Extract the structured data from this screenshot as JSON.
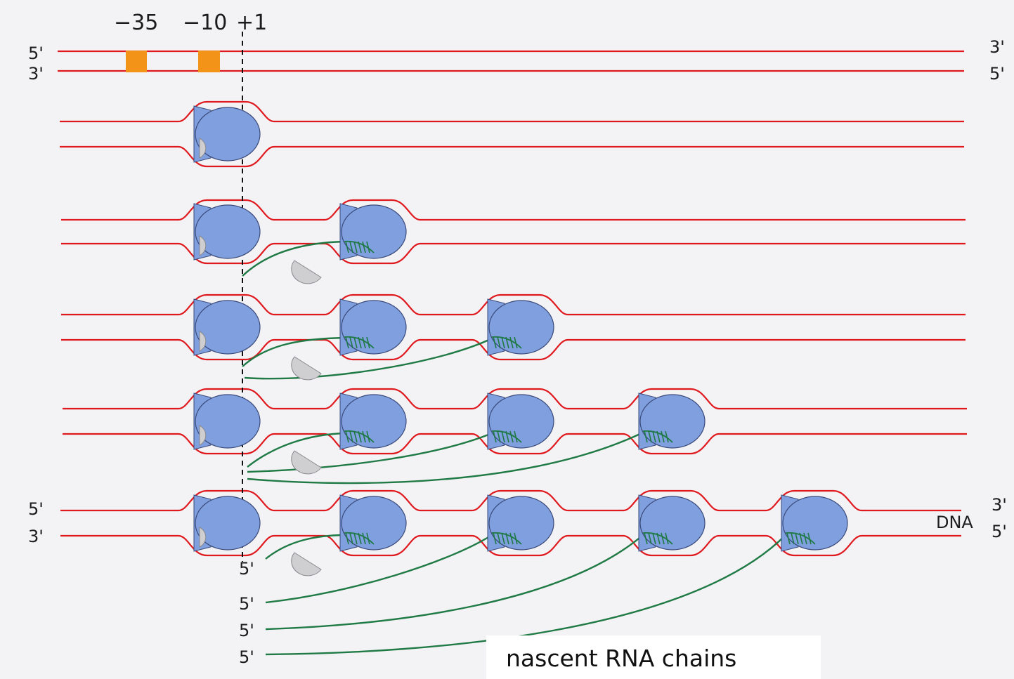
{
  "positions": {
    "minus35": "−35",
    "minus10": "−10",
    "plus1": "+1"
  },
  "strand_ends": {
    "top_left": [
      "5'",
      "3'"
    ],
    "top_right": [
      "3'",
      "5'"
    ],
    "bottom_left": [
      "5'",
      "3'"
    ],
    "bottom_right": [
      "3'",
      "5'"
    ]
  },
  "dna_label": "DNA",
  "rna_ends": [
    "5'",
    "5'",
    "5'",
    "5'"
  ],
  "caption": "nascent RNA chains",
  "colors": {
    "dna": "#e0191e",
    "rna": "#1f7a45",
    "polymerase": "#7f9fdf",
    "polymerase_edge": "#3a4a7a",
    "sigma_factor": "#cfcfd2",
    "promoter_box": "#f39418",
    "background": "#f3f2f4"
  }
}
